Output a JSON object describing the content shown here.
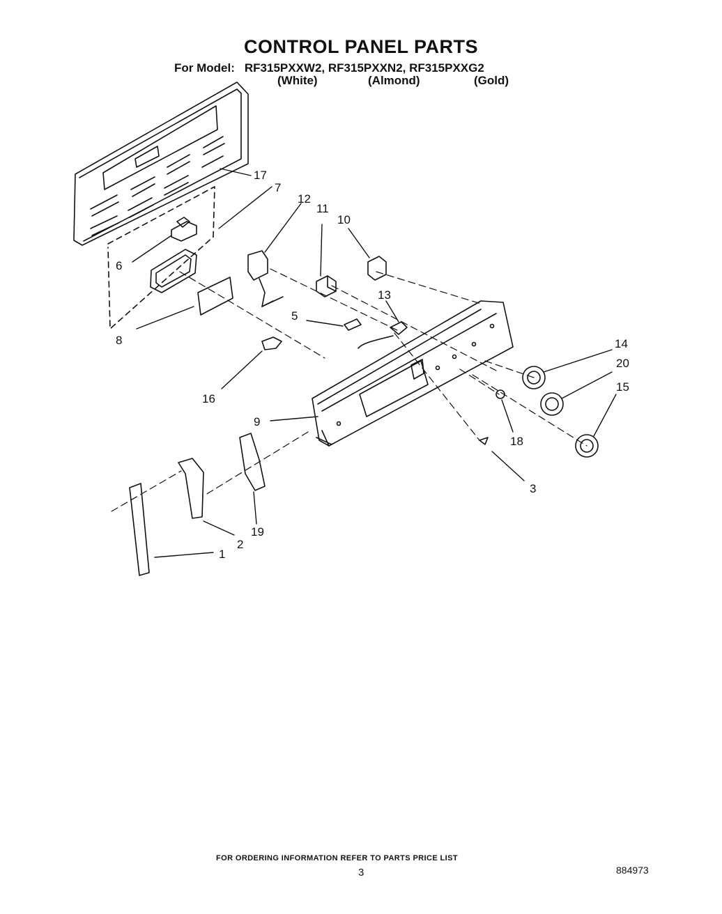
{
  "title": "CONTROL PANEL PARTS",
  "model": {
    "label": "For Model:",
    "numbers": "RF315PXXW2, RF315PXXN2, RF315PXXG2",
    "colors": [
      "(White)",
      "(Almond)",
      "(Gold)"
    ]
  },
  "callouts": [
    "1",
    "2",
    "3",
    "5",
    "6",
    "7",
    "8",
    "9",
    "10",
    "11",
    "12",
    "13",
    "14",
    "15",
    "16",
    "17",
    "18",
    "19",
    "20"
  ],
  "footer": "FOR ORDERING INFORMATION REFER TO PARTS PRICE LIST",
  "page_number": "3",
  "document_number": "884973"
}
